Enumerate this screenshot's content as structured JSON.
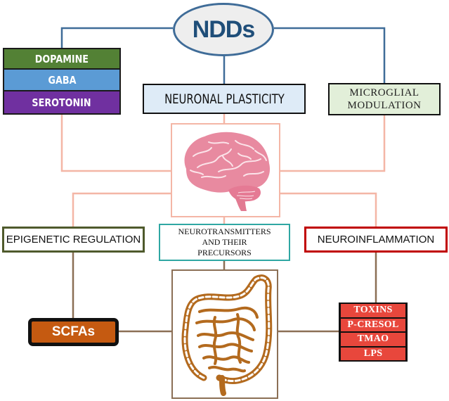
{
  "title": "NDDs",
  "neurotransmitters": [
    {
      "label": "DOPAMINE",
      "color": "#538135"
    },
    {
      "label": "GABA",
      "color": "#5b9bd5"
    },
    {
      "label": "SEROTONIN",
      "color": "#7030a0"
    }
  ],
  "nodes": {
    "neuronal_plasticity": "NEURONAL PLASTICITY",
    "microglial_modulation": [
      "MICROGLIAL",
      "MODULATION"
    ],
    "epigenetic_regulation": "EPIGENETIC REGULATION",
    "neurotransmitters_precursors": [
      "NEUROTRANSMITTERS",
      "AND THEIR",
      "PRECURSORS"
    ],
    "neuroinflammation": "NEUROINFLAMMATION",
    "scfas": "SCFAs"
  },
  "toxins": [
    "TOXINS",
    "P-CRESOL",
    "TMAO",
    "LPS"
  ],
  "images": {
    "brain": "brain-illustration",
    "gut": "intestine-illustration"
  },
  "colors": {
    "ndds_line": "#3f6c98",
    "brain_line": "#f4b6a6",
    "gut_line": "#8b6f55",
    "brain_fill": "#e88aa0",
    "gut_fill": "#b36a1e"
  }
}
